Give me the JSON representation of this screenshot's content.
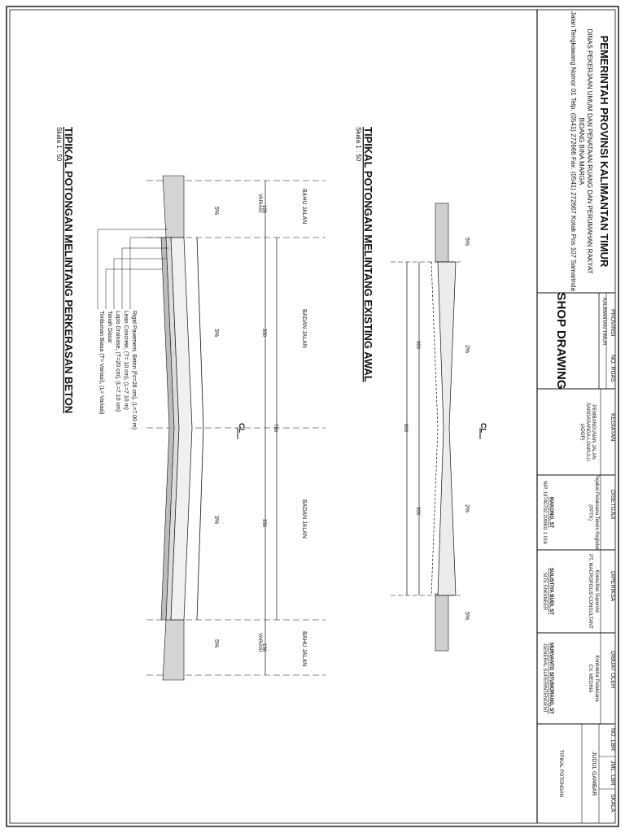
{
  "title_block": {
    "agency_name": "PEMERINTAH PROVINSI KALIMANTAN TIMUR",
    "agency_dept": "DINAS PEKERJAAN UMUM DAN PENATAAN RUANG DAN PERUMAHAN RAKYAT",
    "agency_field": "BIDANG BINA MARGA",
    "agency_address": "Jalan Tengkawang Nomor 01 Telp. (0541) 272666 Fax. (0541) 272667 Kotak Pos 107 Samarinda",
    "drawing_type": "SHOP DRAWING",
    "provinsi_label": "PROVINSI",
    "provinsi_value": "KALIMANTAN TIMUR",
    "no_ruas_label": "NO. RUAS",
    "kegiatan_label": "KEGIATAN",
    "kegiatan_value_1": "PEMBANGUNAN JALAN",
    "kegiatan_value_2": "SANGASANGA-LOAKULU",
    "kegiatan_value_3": "(ADOP)",
    "disetujui_label": "DISETUJUI",
    "disetujui_role_1": "Pejabat Pelaksana Teknis Kegiatan",
    "disetujui_role_2": "(PPTK)",
    "disetujui_name": "MAKONO, ST",
    "disetujui_nip": "NIP. 19740702 200801 1 016",
    "diperiksa_label": "DIPERIKSA",
    "diperiksa_role_1": "Konsultan Supervisi",
    "diperiksa_role_2": "PT. MACROPOLIS CONSULTANT",
    "diperiksa_name": "SULISTIYA BUDI, ST",
    "diperiksa_title": "SITE ENGINEER",
    "dibuat_label": "DIBUAT OLEH",
    "dibuat_role_1": "Kontraktor Pelaksana",
    "dibuat_role_2": "CV. MEDINA",
    "dibuat_name": "MURVANTO SITUMORANG, ST",
    "dibuat_title": "GENERAL SUPERINTENDENT",
    "judul_label": "JUDUL GAMBAR",
    "judul_value": "TIPIKAL POTONGAN",
    "no_lbr_label": "NO. LBR",
    "jml_lbr_label": "JML. LBR",
    "skala_label": "SKALA"
  },
  "section_existing": {
    "title": "TIPIKAL POTONGAN MELINTANG EXISTING AWAL",
    "scale": "Skala 1 : 50",
    "slope_left": "5%",
    "slope_inner_left": "2%",
    "slope_inner_right": "2%",
    "slope_right": "5%",
    "dim_total": "600",
    "dim_half_left": "300",
    "dim_half_right": "300",
    "centerline": "CL"
  },
  "section_beton": {
    "title": "TIPIKAL POTONGAN MELINTANG PERKERASAN BETON",
    "scale": "Skala 1 : 50",
    "bahu_left": "BAHU JALAN",
    "badan_left": "BADAN JALAN",
    "badan_right": "BADAN JALAN",
    "bahu_right": "BAHU JALAN",
    "dim_bahu_left": "100",
    "dim_badan_left": "350",
    "dim_total": "700",
    "dim_badan_right": "350",
    "dim_bahu_right": "100",
    "variasi_left": "VARIASI",
    "variasi_right": "VARIASI",
    "slope_bahu_left": "5%",
    "slope_badan_left": "3%",
    "slope_badan_right": "3%",
    "slope_bahu_right": "5%",
    "centerline": "CL",
    "legend": [
      "Rigid Pavement, Beton (f'c=28 cm), (L=7.00 m)",
      "Lean Concrete, (T= 10 cm), (L=7.10 m)",
      "Lapis Drainase, (T=20 cm), (L=7.10 cm)",
      "Tanah Dasar",
      "Timbunan Biasa (T= Variasi), (L= Variasi)"
    ]
  }
}
